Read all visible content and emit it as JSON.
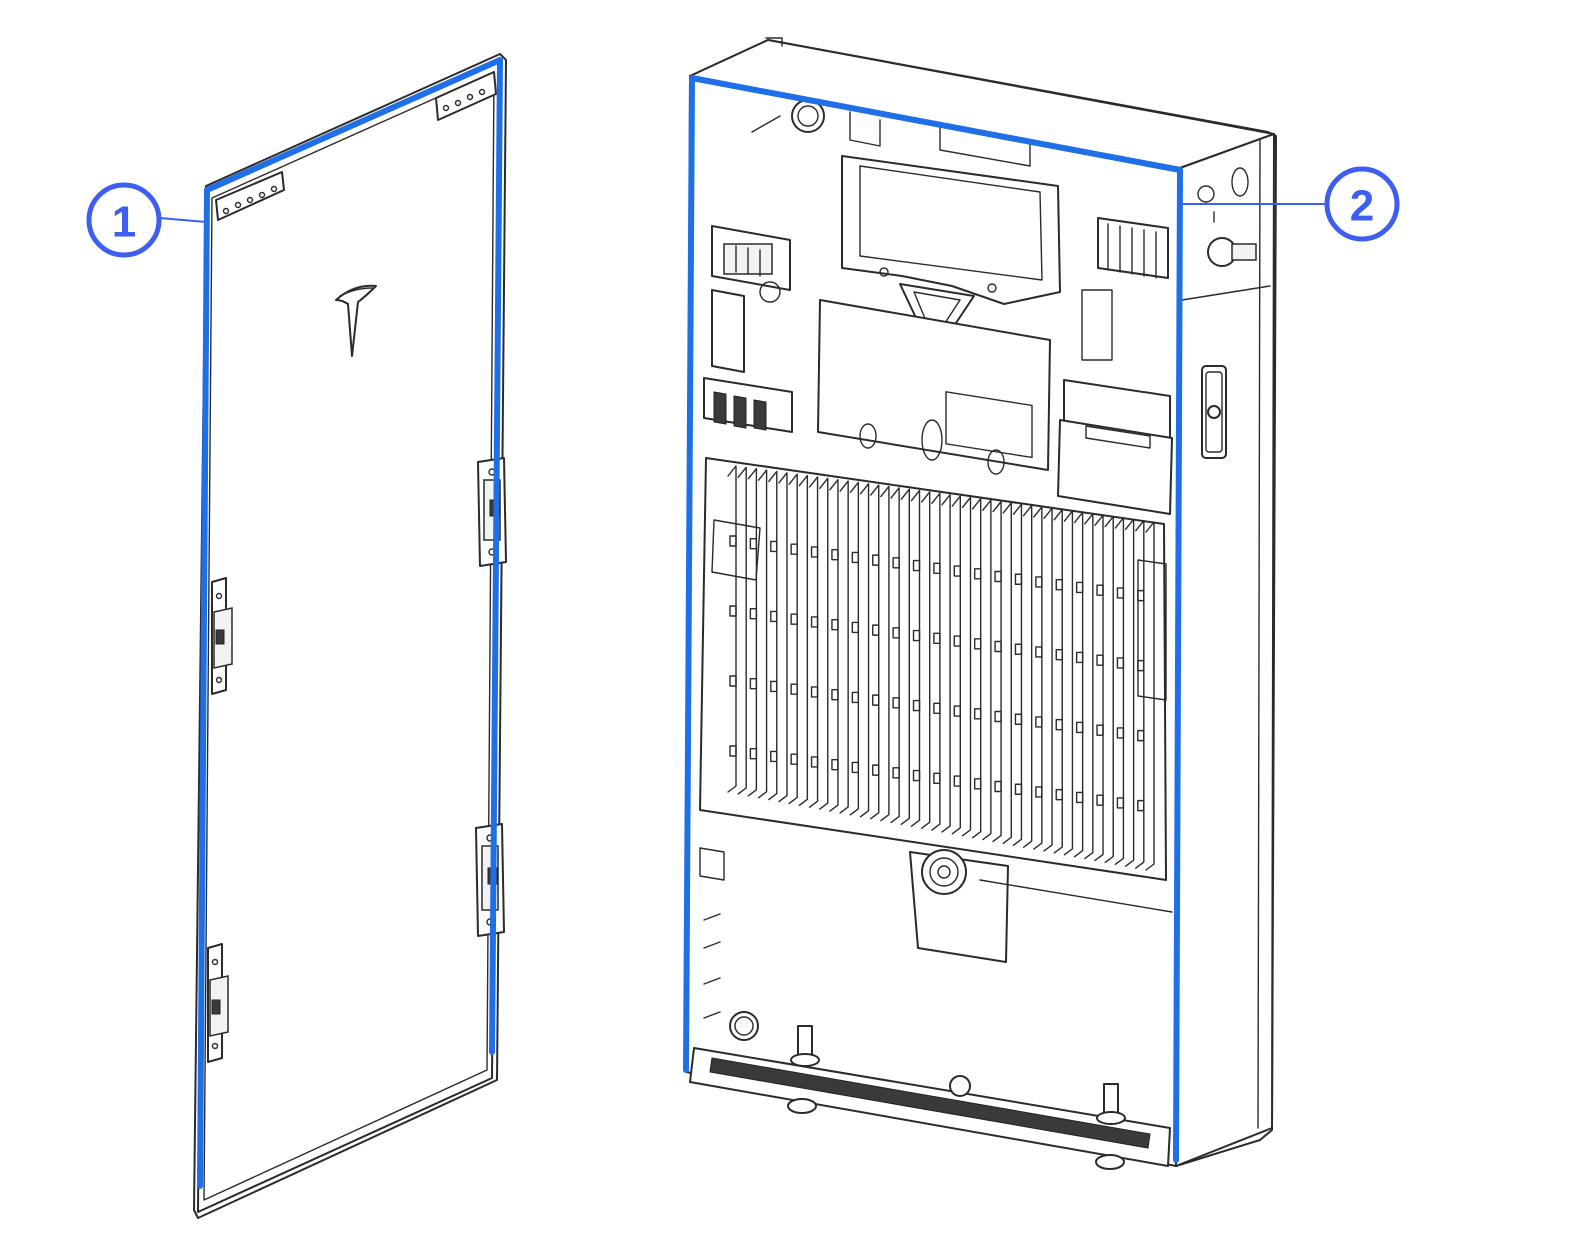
{
  "colors": {
    "highlight": "#1f6fe8",
    "callout": "#3d5ef0",
    "line": "#2b2b2b",
    "background": "#ffffff"
  },
  "callouts": [
    {
      "label": "1",
      "target": "door-panel"
    },
    {
      "label": "2",
      "target": "enclosure-opening"
    }
  ],
  "icons": [
    "tesla-logo-icon"
  ]
}
